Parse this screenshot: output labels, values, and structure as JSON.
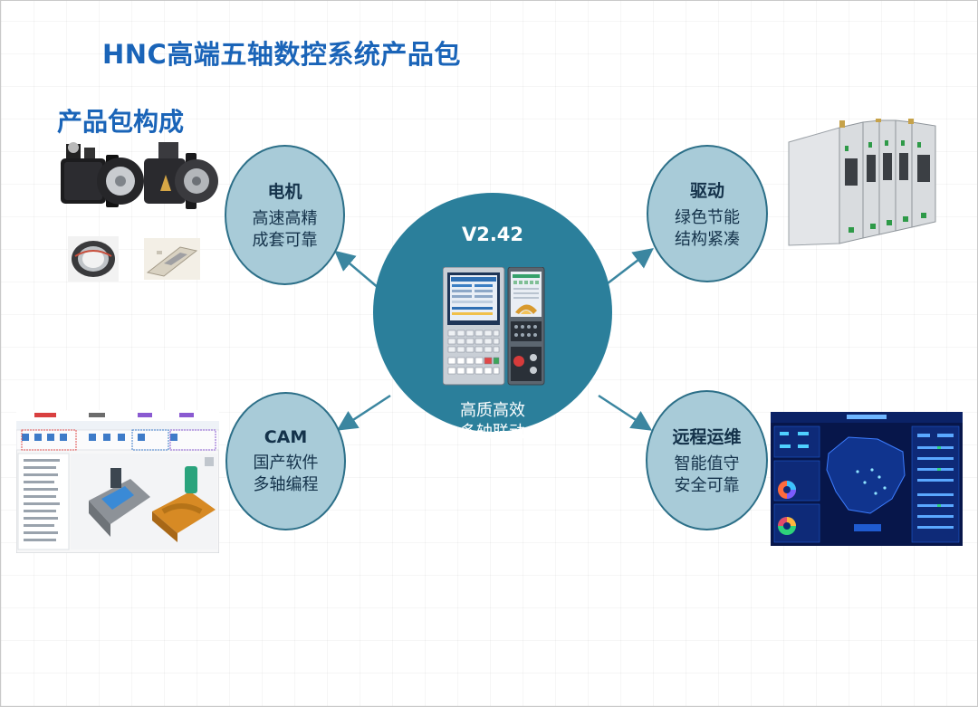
{
  "title": "HNC高端五轴数控系统产品包",
  "subtitle": "产品包构成",
  "center": {
    "version": "V2.42",
    "line1": "高质高效",
    "line2": "多轴联动"
  },
  "motor": {
    "head": "电机",
    "line1": "高速高精",
    "line2": "成套可靠"
  },
  "drive": {
    "head": "驱动",
    "line1": "绿色节能",
    "line2": "结构紧凑"
  },
  "cam": {
    "head": "CAM",
    "line1": "国产软件",
    "line2": "多轴编程"
  },
  "remote": {
    "head": "远程运维",
    "line1": "智能值守",
    "line2": "安全可靠"
  },
  "colors": {
    "title": "#1a64b8",
    "bubble_fill": "#a8cbd8",
    "center_fill": "#2b7f9b",
    "arrow": "#3b86a0"
  }
}
